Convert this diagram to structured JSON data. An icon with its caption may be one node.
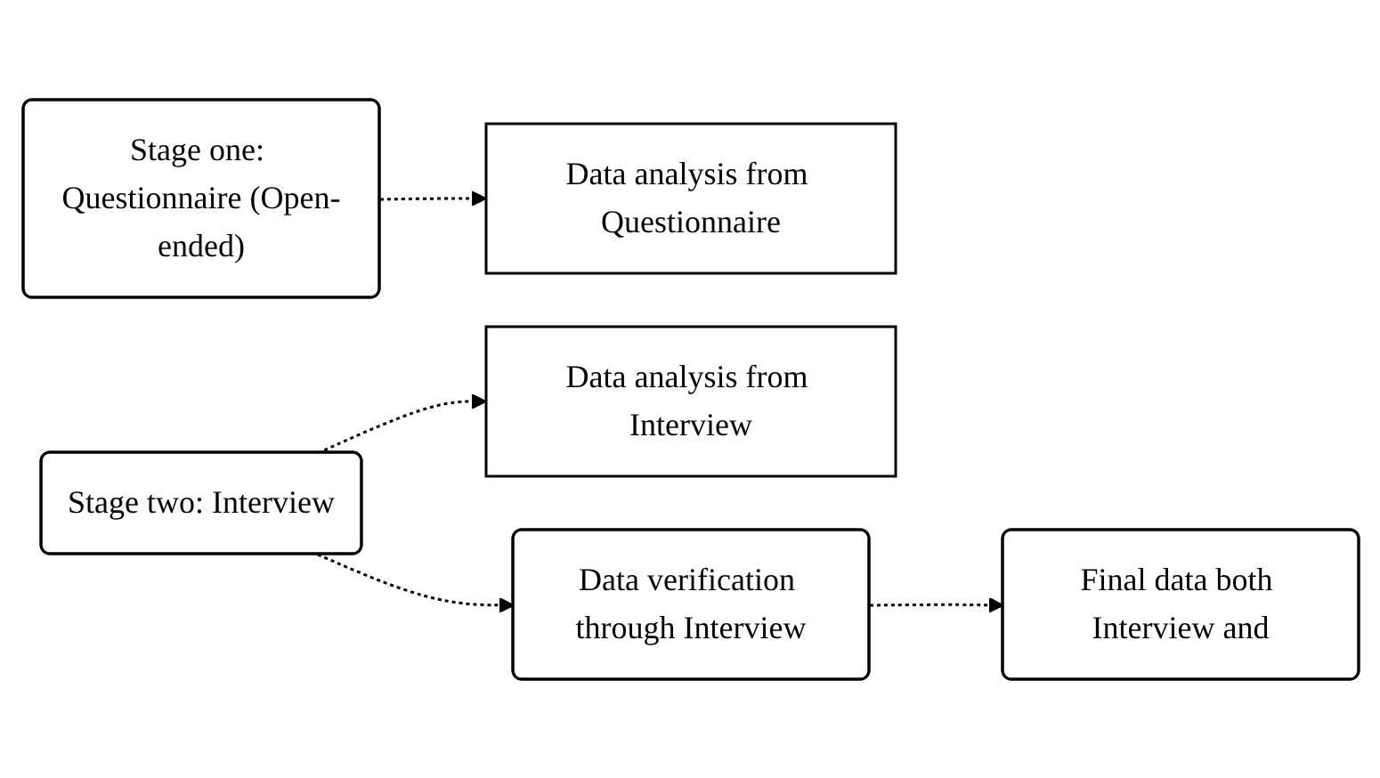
{
  "diagram": {
    "nodes": [
      {
        "text": [
          "Stage one: Questionnaire (Open-ended)"
        ]
      },
      {
        "text": [
          "Data analysis from Questionnaire"
        ]
      },
      {
        "text": [
          "Stage two: Interview"
        ]
      },
      {
        "text": [
          "Data analysis from Interview"
        ]
      },
      {
        "text": [
          "Data verification through Interview"
        ]
      },
      {
        "text": [
          "Final data both Interview and"
        ]
      }
    ],
    "edges": [
      {
        "from": 0,
        "to": 1,
        "arrow": "to",
        "style": "dashed"
      },
      {
        "from": 2,
        "to": 3,
        "arrow": "to",
        "style": "dashed"
      },
      {
        "from": 2,
        "to": 4,
        "arrow": "to",
        "style": "dashed"
      },
      {
        "from": 4,
        "to": 5,
        "arrow": "to",
        "style": "dashed"
      }
    ]
  }
}
